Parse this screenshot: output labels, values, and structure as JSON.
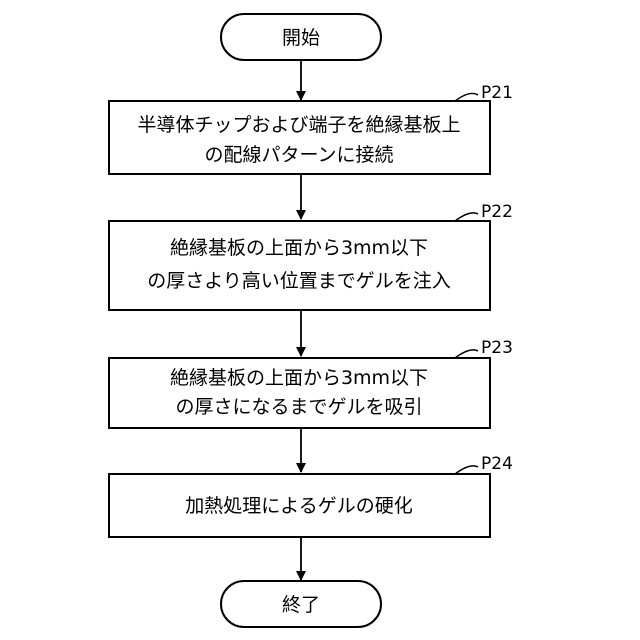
{
  "flowchart": {
    "start": "開始",
    "end": "終了",
    "steps": [
      {
        "ref": "P21",
        "lines": [
          "半導体チップおよび端子を絶縁基板上",
          "の配線パターンに接続"
        ]
      },
      {
        "ref": "P22",
        "lines": [
          "絶縁基板の上面から3mm以下",
          "の厚さより高い位置までゲルを注入"
        ]
      },
      {
        "ref": "P23",
        "lines": [
          "絶縁基板の上面から3mm以下",
          "の厚さになるまでゲルを吸引"
        ]
      },
      {
        "ref": "P24",
        "lines": [
          "加熱処理によるゲルの硬化"
        ]
      }
    ]
  }
}
